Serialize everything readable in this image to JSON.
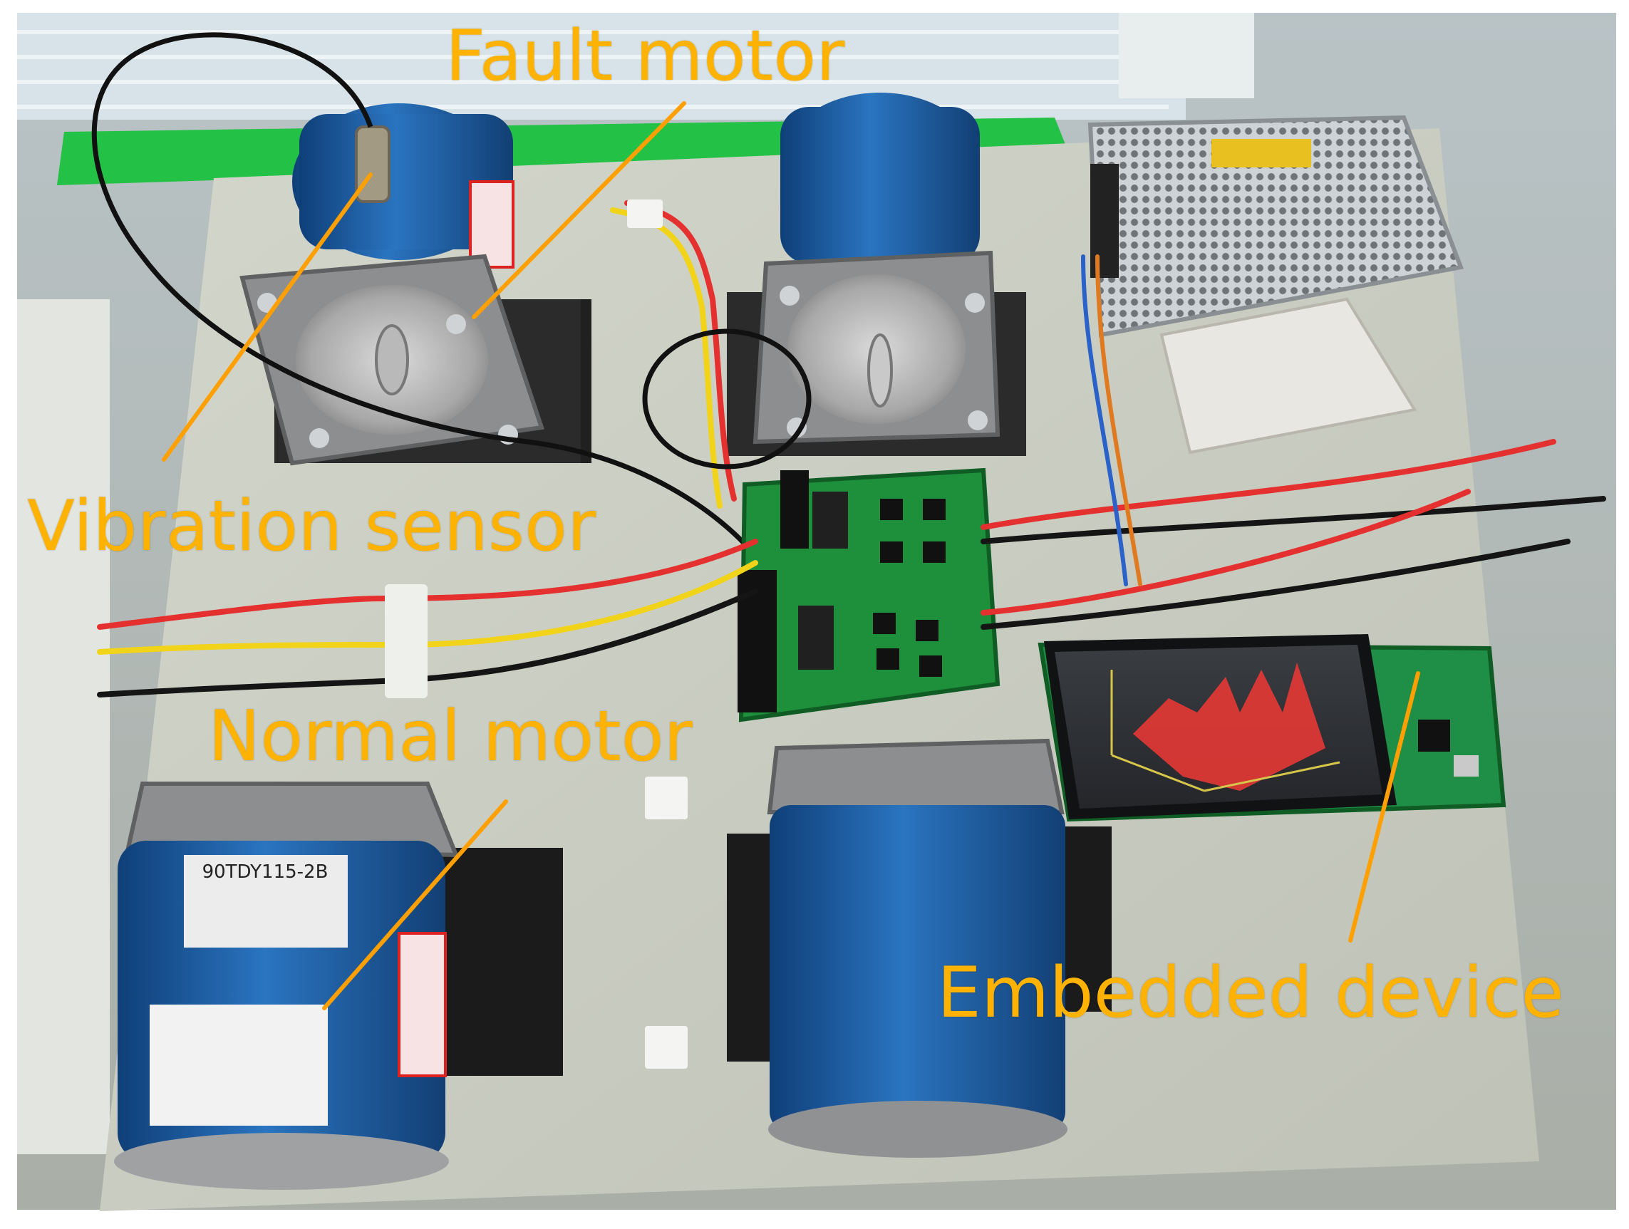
{
  "labels": {
    "fault_motor": "Fault motor",
    "vibration_sensor": "Vibration sensor",
    "normal_motor": "Normal motor",
    "embedded_device": "Embedded device"
  },
  "motor_plates": {
    "model": "90TDY115-2B"
  },
  "colors": {
    "label": "#FFB300",
    "leader_line": "#FFA000",
    "motor_blue": "#1E5FA8",
    "pcb_green": "#1E8F3A",
    "board_surface": "#C9CCC0",
    "screen_plot": "#E53935"
  }
}
